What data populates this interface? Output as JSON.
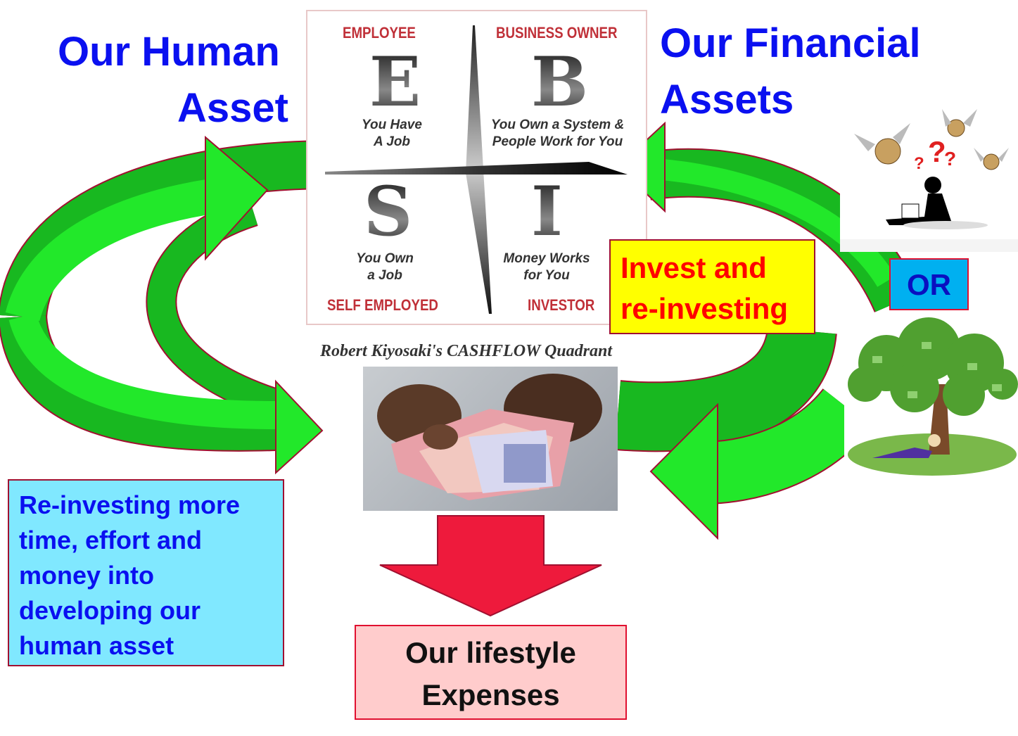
{
  "titles": {
    "human_line1": "Our Human",
    "human_line2": "Asset",
    "financial_line1": "Our Financial",
    "financial_line2": "Assets"
  },
  "quadrant": {
    "employee": {
      "label": "EMPLOYEE",
      "letter": "E",
      "desc1": "You Have",
      "desc2": "A Job"
    },
    "business": {
      "label": "BUSINESS OWNER",
      "letter": "B",
      "desc1": "You Own a System &",
      "desc2": "People Work for You"
    },
    "self": {
      "label": "SELF EMPLOYED",
      "letter": "S",
      "desc1": "You Own",
      "desc2": "a Job"
    },
    "investor": {
      "label": "INVESTOR",
      "letter": "I",
      "desc1": "Money Works",
      "desc2": "for You"
    },
    "caption": "Robert Kiyosaki's CASHFLOW Quadrant"
  },
  "boxes": {
    "invest_line1": "Invest and",
    "invest_line2": "re-investing",
    "or": "OR",
    "reinvest_lines": [
      "Re-investing more",
      "time, effort and",
      "money  into",
      "developing our",
      "human asset"
    ],
    "lifestyle_line1": "Our lifestyle",
    "lifestyle_line2": "Expenses"
  },
  "colors": {
    "arrow_green": "#22e82a",
    "arrow_dark_green": "#18b820",
    "arrow_outline": "#a01030",
    "down_arrow": "#ee1a3c",
    "title_blue": "#0a10f0"
  },
  "images": {
    "money": "hands-holding-banknotes",
    "worry": "person-with-flying-money-bags",
    "tree": "person-under-money-tree"
  }
}
